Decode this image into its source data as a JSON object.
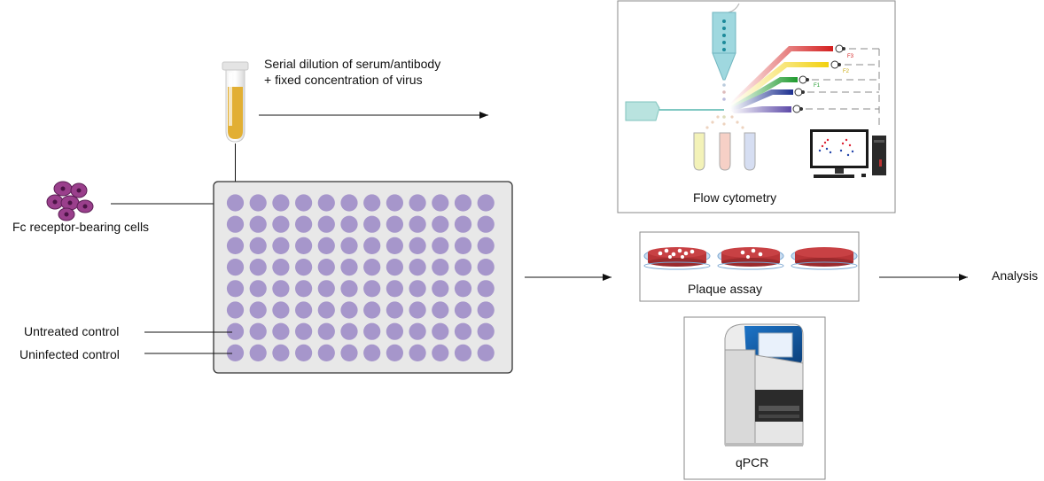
{
  "cells_label": "Fc receptor-bearing cells",
  "serum_label_line1": "Serial dilution of serum/antibody",
  "serum_label_line2": "+ fixed concentration of virus",
  "plate": {
    "rows": 8,
    "cols": 12
  },
  "controls": {
    "untreated": "Untreated control",
    "uninfected": "Uninfected control"
  },
  "methods": {
    "flow": "Flow cytometry",
    "flow_detector_labels": [
      "F3",
      "F2",
      "F1"
    ],
    "plaque": "Plaque assay",
    "qpcr": "qPCR"
  },
  "analysis": "Analysis",
  "colors": {
    "well": "#a696cb",
    "plate": "#e8e8e8",
    "tube_liquid": "#e2af33",
    "cell": "#9a3f8c",
    "dish": "#c0393b"
  }
}
